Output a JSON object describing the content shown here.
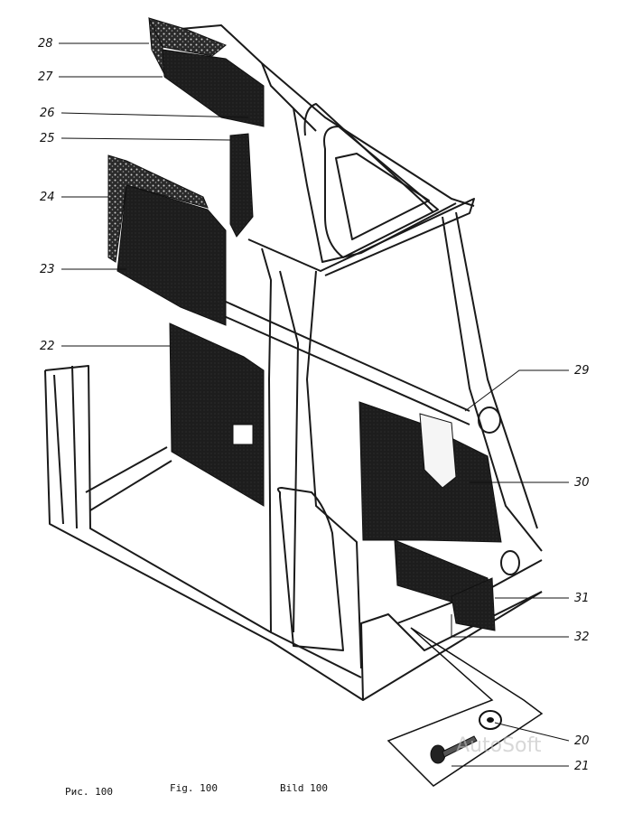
{
  "callouts": {
    "c28": "28",
    "c27": "27",
    "c26": "26",
    "c25": "25",
    "c24": "24",
    "c23": "23",
    "c22": "22",
    "c29": "29",
    "c30": "30",
    "c31": "31",
    "c32": "32",
    "c20": "20",
    "c21": "21"
  },
  "captions": {
    "ru": "Рис. 100",
    "en": "Fig. 100",
    "de": "Bild 100"
  },
  "watermark": "AutoSoft"
}
